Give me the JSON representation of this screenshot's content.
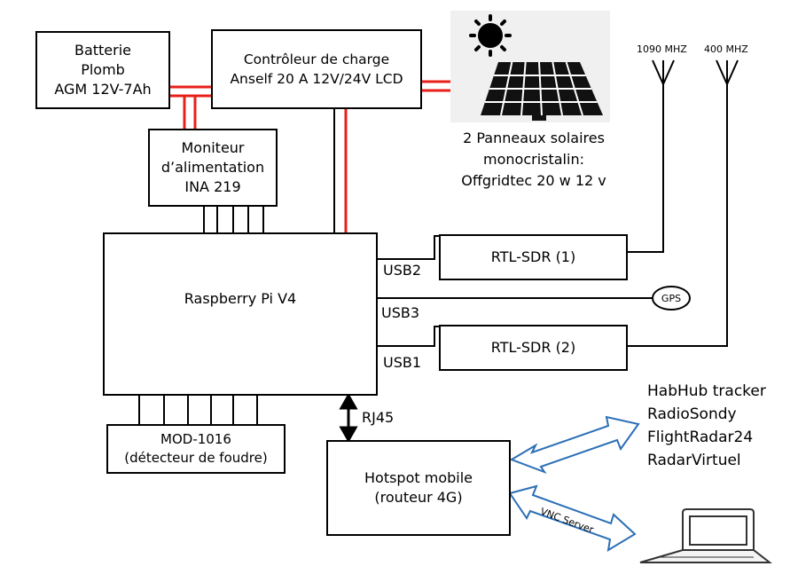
{
  "battery": {
    "lines": [
      "Batterie",
      "Plomb",
      "AGM 12V-7Ah"
    ]
  },
  "charge_controller": {
    "lines": [
      "Contrôleur de charge",
      "Anself 20 A 12V/24V LCD"
    ]
  },
  "power_monitor": {
    "lines": [
      "Moniteur",
      "d’alimentation",
      "INA 219"
    ]
  },
  "solar_panels": {
    "lines": [
      "2 Panneaux solaires",
      "monocristalin:",
      "Offgridtec 20 w 12 v"
    ]
  },
  "antennas": [
    {
      "label": "1090 MHZ"
    },
    {
      "label": "400 MHZ"
    }
  ],
  "raspberry": {
    "label": "Raspberry Pi V4"
  },
  "usb_ports": {
    "usb2": "USB2",
    "usb3": "USB3",
    "usb1": "USB1"
  },
  "sdr1": {
    "label": "RTL-SDR (1)"
  },
  "sdr2": {
    "label": "RTL-SDR (2)"
  },
  "gps": {
    "label": "GPS"
  },
  "lightning": {
    "lines": [
      "MOD-1016",
      "(détecteur de foudre)"
    ]
  },
  "rj45": {
    "label": "RJ45"
  },
  "hotspot": {
    "lines": [
      "Hotspot mobile",
      "(routeur 4G)"
    ]
  },
  "services": [
    "HabHub tracker",
    "RadioSondy",
    "FlightRadar24",
    "RadarVirtuel"
  ],
  "vnc": {
    "label": "VNC Server"
  },
  "colors": {
    "power_line": "#e8201a",
    "arrow_fill": "#ffffff",
    "arrow_stroke": "#2b6fb6",
    "sky": "#f0f0f0"
  }
}
